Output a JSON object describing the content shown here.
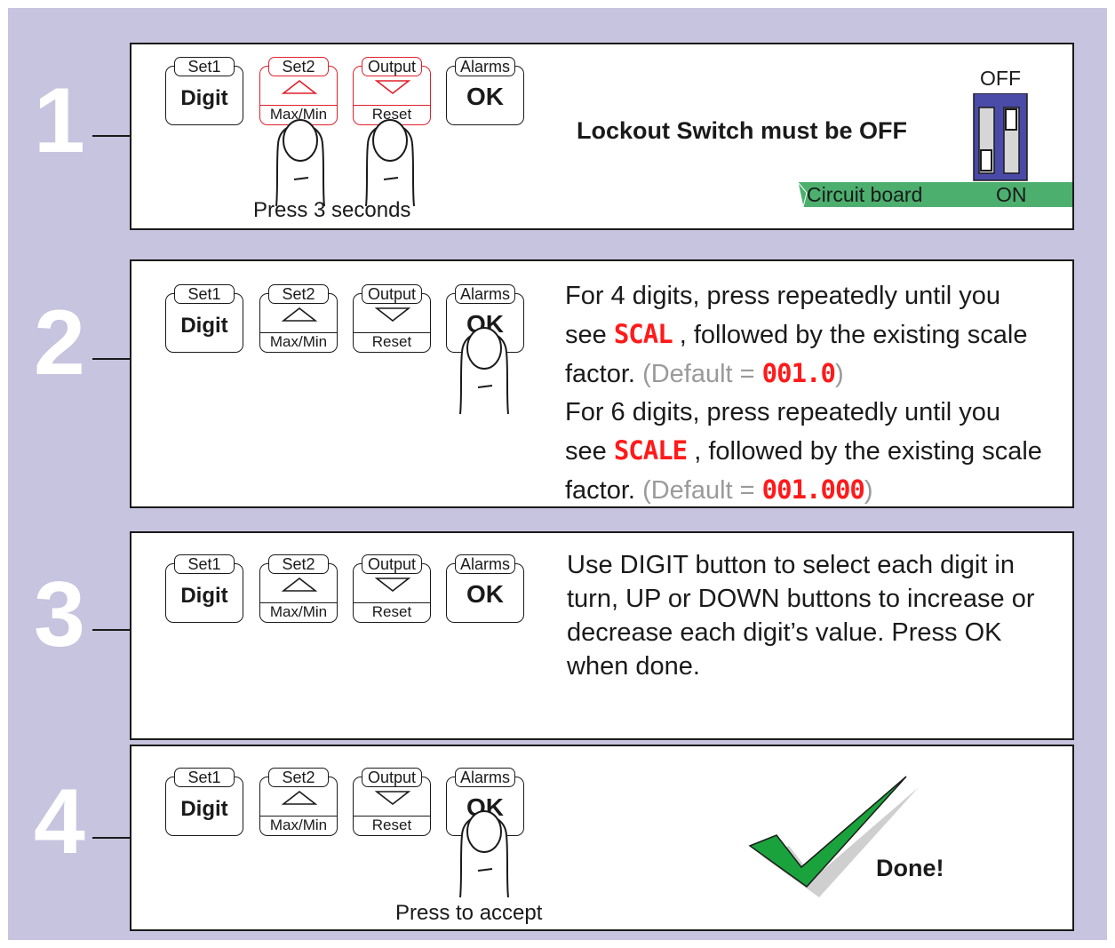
{
  "steps": [
    {
      "number": "1",
      "caption": "Press 3 seconds",
      "lockout_text": "Lockout Switch must be OFF",
      "switch_off": "OFF",
      "switch_on": "ON",
      "board_label": "Circuit board"
    },
    {
      "number": "2",
      "line1": "For 4 digits, press repeatedly until you",
      "line2_pre": "see",
      "line2_code": "SCAL",
      "line2_post": ", followed by the existing scale",
      "line3_pre": "factor.",
      "line3_default": "(Default = ",
      "line3_code": "001.0",
      "line3_close": ")",
      "line4": "For 6 digits, press repeatedly until you",
      "line5_pre": "see",
      "line5_code": "SCALE",
      "line5_post": ", followed by the existing scale",
      "line6_pre": "factor.",
      "line6_default": "(Default = ",
      "line6_code": "001.000",
      "line6_close": ")"
    },
    {
      "number": "3",
      "line1": "Use DIGIT button to select each digit in",
      "line2": "turn, UP or DOWN buttons to increase or",
      "line3": "decrease each digit’s value. Press OK",
      "line4": "when done."
    },
    {
      "number": "4",
      "caption": "Press to accept",
      "done": "Done!"
    }
  ],
  "buttons": {
    "digit": {
      "top": "Set1",
      "main": "Digit"
    },
    "up": {
      "top": "Set2",
      "bottom": "Max/Min"
    },
    "down": {
      "top": "Output",
      "bottom": "Reset"
    },
    "ok": {
      "top": "Alarms",
      "main": "OK"
    }
  },
  "colors": {
    "background": "#c6c4df",
    "highlight": "#e0202c",
    "display": "#ff1a1a",
    "board": "#4caf6e",
    "switch": "#4040a0",
    "check": "#1aa33c"
  }
}
